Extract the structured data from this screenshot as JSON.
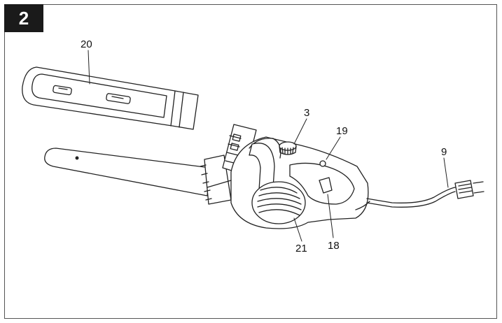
{
  "figure": {
    "number": "2"
  },
  "callouts": {
    "c20": "20",
    "c3": "3",
    "c19": "19",
    "c9": "9",
    "c21": "21",
    "c18": "18"
  },
  "colors": {
    "line": "#222222",
    "badge": "#1a1a1a"
  }
}
